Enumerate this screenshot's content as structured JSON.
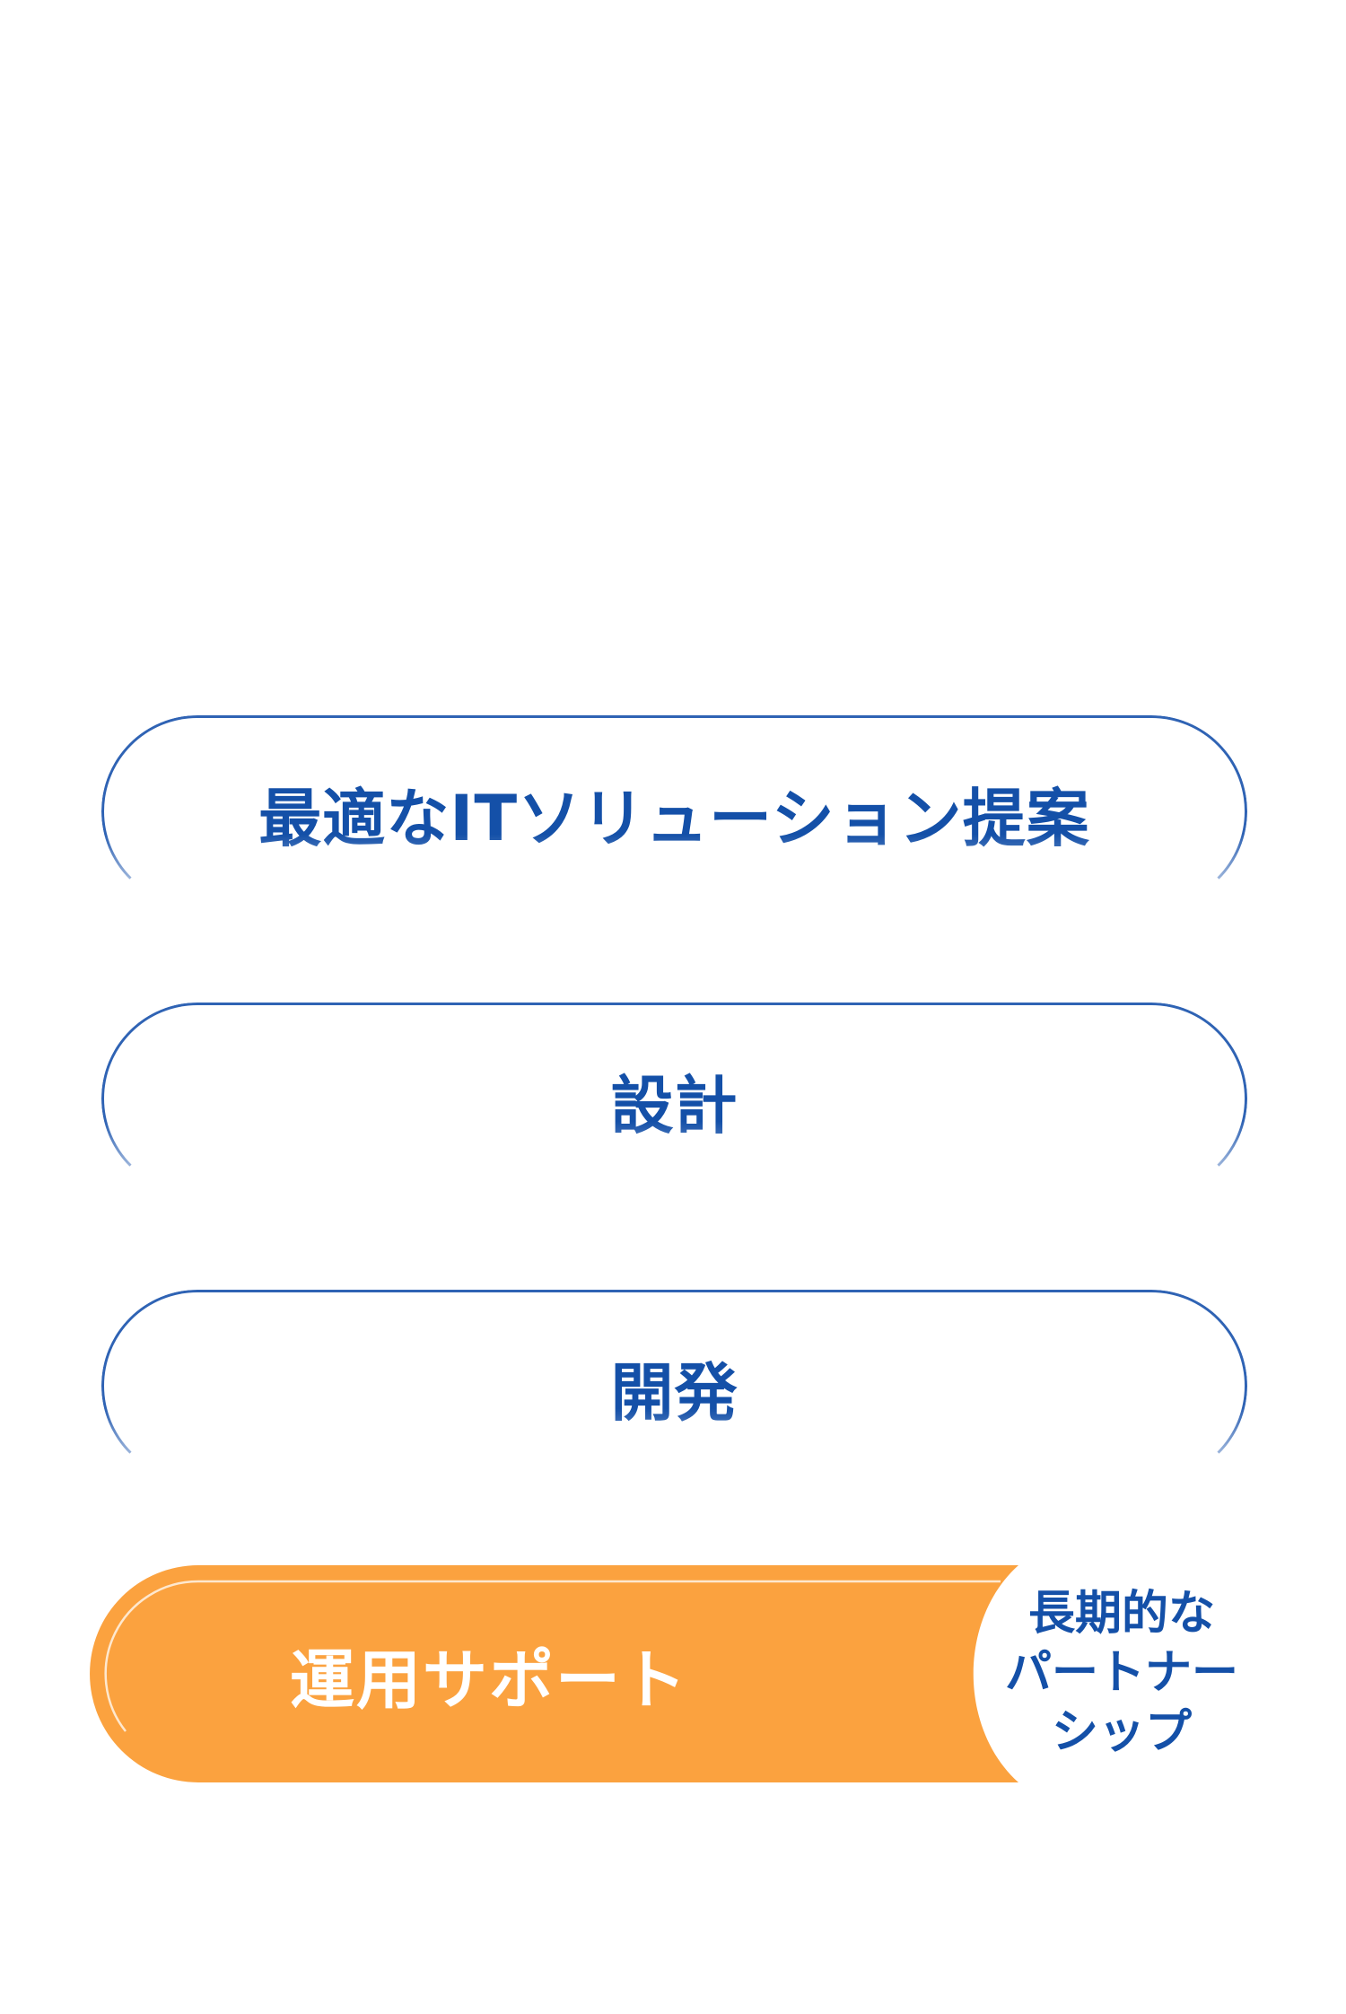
{
  "steps": [
    {
      "label": "最適なITソリューション提案"
    },
    {
      "label": "設計"
    },
    {
      "label": "開発"
    }
  ],
  "final_step": {
    "label": "運用サポート",
    "fill_color": "#fba23f"
  },
  "partnership": {
    "lines": [
      "長期的な",
      "パートナー",
      "シップ"
    ]
  },
  "colors": {
    "primary_blue": "#1450a8",
    "border_blue": "#2f63b4",
    "accent_orange": "#fba23f"
  }
}
